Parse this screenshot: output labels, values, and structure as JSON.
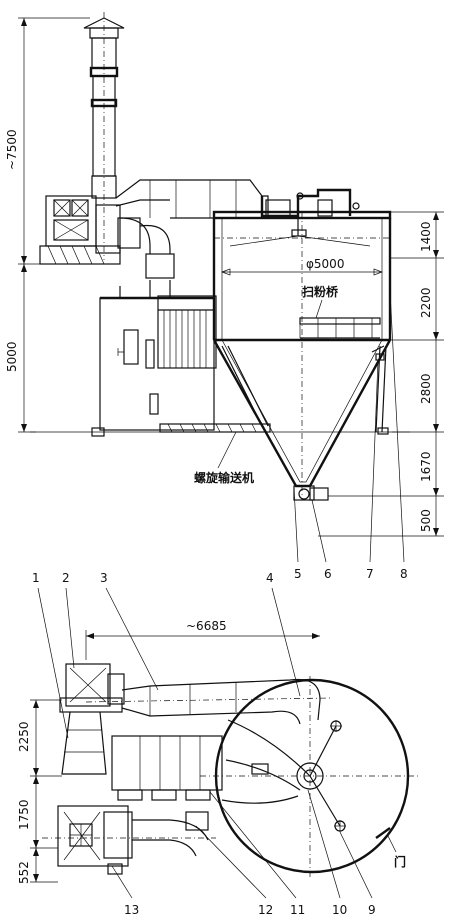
{
  "front_view": {
    "dimensions": {
      "total_height": "~7500",
      "lower_height": "5000",
      "d_1400": "1400",
      "d_2200": "2200",
      "d_2800": "2800",
      "d_1670": "1670",
      "d_500": "500",
      "diameter": "φ5000"
    },
    "labels": {
      "platform": "扫粉桥",
      "screw_conveyor": "螺旋输送机"
    },
    "callouts": [
      "5",
      "6",
      "7",
      "8"
    ]
  },
  "plan_view": {
    "dimensions": {
      "width": "~6685",
      "d_2250": "2250",
      "d_1750": "1750",
      "d_552": "552"
    },
    "labels": {
      "door": "门"
    },
    "callouts_top": [
      "1",
      "2",
      "3",
      "4"
    ],
    "callouts_bottom": [
      "13",
      "12",
      "11",
      "10",
      "9"
    ]
  }
}
